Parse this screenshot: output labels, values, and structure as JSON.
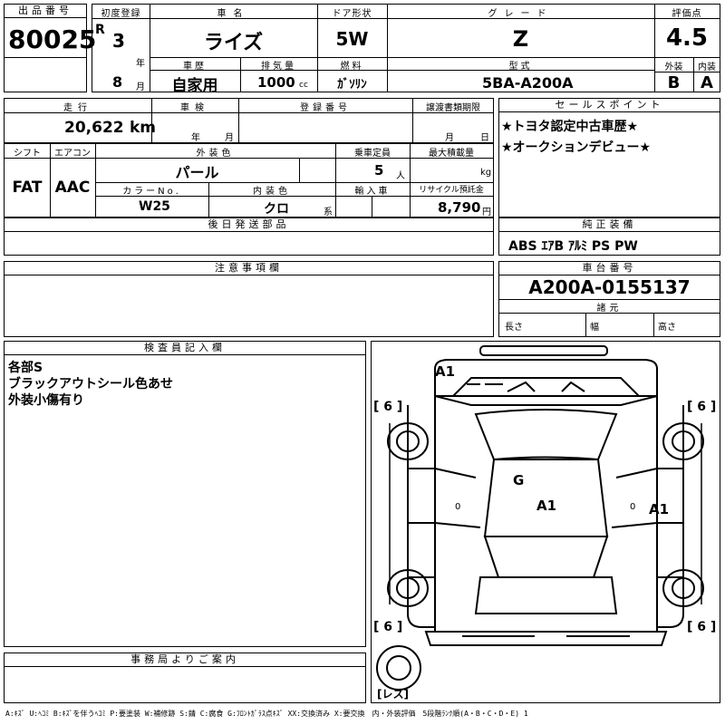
{
  "lot": {
    "label": "出品番号",
    "number": "80025"
  },
  "first_reg": {
    "label": "初度登録",
    "era": "R",
    "year": "3",
    "year_unit": "年",
    "month": "8",
    "month_unit": "月"
  },
  "car_name": {
    "label": "車名",
    "value": "ライズ"
  },
  "door": {
    "label": "ドア形状",
    "value": "5W"
  },
  "grade": {
    "label": "グレード",
    "value": "Z"
  },
  "score": {
    "label": "評価点",
    "value": "4.5",
    "ext_label": "外装",
    "ext": "B",
    "int_label": "内装",
    "int": "A"
  },
  "history": {
    "label": "車歴",
    "value": "自家用"
  },
  "displacement": {
    "label": "排気量",
    "value": "1000",
    "unit": "cc"
  },
  "fuel": {
    "label": "燃料",
    "value": "ｶﾞｿﾘﾝ"
  },
  "model": {
    "label": "型式",
    "value": "5BA-A200A"
  },
  "mileage": {
    "label": "走行",
    "value": "20,622",
    "unit": "km"
  },
  "inspection": {
    "label": "車検",
    "year_unit": "年",
    "month_unit": "月"
  },
  "registration": {
    "label": "登録番号"
  },
  "transfer": {
    "label": "譲渡書類期限",
    "month_unit": "月",
    "day_unit": "日"
  },
  "sales_point": {
    "label": "セールスポイント",
    "lines": [
      "★トヨタ認定中古車歴★",
      "★オークションデビュー★"
    ]
  },
  "shift": {
    "label": "シフト",
    "value": "FAT"
  },
  "aircon": {
    "label": "エアコン",
    "value": "AAC"
  },
  "exterior_color": {
    "label": "外装色",
    "value": "パール"
  },
  "capacity": {
    "label": "乗車定員",
    "value": "5",
    "unit": "人"
  },
  "max_load": {
    "label": "最大積載量",
    "unit": "kg"
  },
  "color_no": {
    "label": "カラーNo.",
    "value": "W25"
  },
  "interior_color": {
    "label": "内装色",
    "value": "クロ",
    "unit": "系"
  },
  "import": {
    "label": "輸入車"
  },
  "recycle": {
    "label": "リサイクル預託金",
    "value": "8,790",
    "unit": "円"
  },
  "later_parts": {
    "label": "後日発送部品"
  },
  "equipment": {
    "label": "純正装備",
    "value": "ABS ｴｱB ｱﾙﾐ PS PW"
  },
  "notes": {
    "label": "注意事項欄"
  },
  "chassis": {
    "label": "車台番号",
    "value": "A200A-0155137"
  },
  "dims": {
    "label": "諸元",
    "length": "長さ",
    "width": "幅",
    "height": "高さ"
  },
  "inspector": {
    "label": "検査員記入欄",
    "lines": [
      "各部S",
      "ブラックアウトシール色あせ",
      "外装小傷有り"
    ]
  },
  "office": {
    "label": "事務局よりご案内"
  },
  "diagram": {
    "marks": {
      "front": "A1",
      "roof": "G",
      "center": "A1",
      "right": "A1"
    },
    "tires": {
      "fl": "6",
      "fr": "6",
      "rl": "6",
      "rr": "6"
    },
    "spare": "レス",
    "zeros": {
      "left": "0",
      "right": "0"
    }
  },
  "legend": "A:ｷｽﾞ U:ﾍｺﾐ B:ｷｽﾞを伴うﾍｺﾐ P:要塗装 W:補修跡 S:錆 C:腐食 G:ﾌﾛﾝﾄｶﾞﾗｽ点ｷｽﾞ XX:交換済み X:要交換　内・外装評価　5段階ﾗﾝｸ順(A・B・C・D・E) 1"
}
